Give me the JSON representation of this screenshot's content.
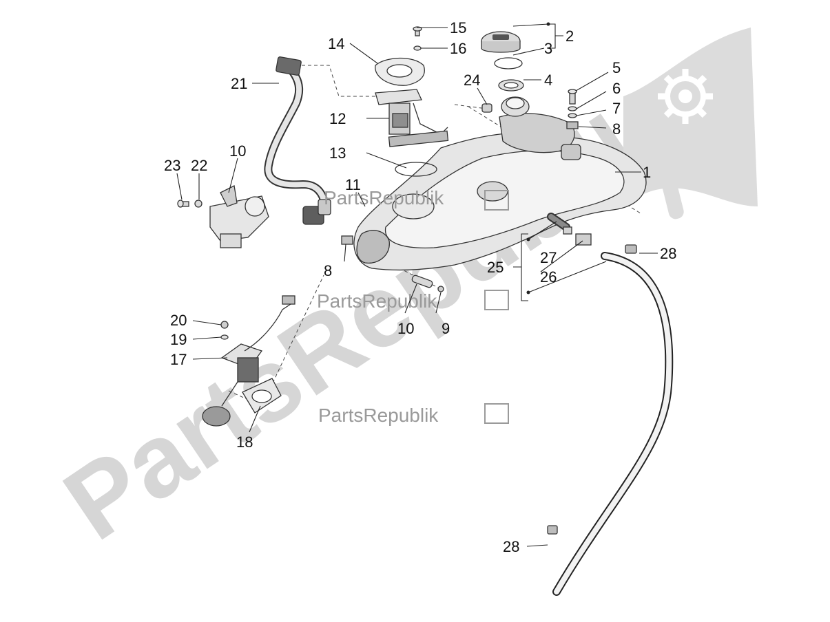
{
  "watermark": {
    "big_text": "PartsRepublik",
    "small_text": "PartsRepublik",
    "icon": "gear-flag-icon"
  },
  "callouts": {
    "c1": "1",
    "c2": "2",
    "c3": "3",
    "c4": "4",
    "c5": "5",
    "c6": "6",
    "c7": "7",
    "c8a": "8",
    "c8b": "8",
    "c9": "9",
    "c10a": "10",
    "c10b": "10",
    "c11": "11",
    "c12": "12",
    "c13": "13",
    "c14": "14",
    "c15": "15",
    "c16": "16",
    "c17": "17",
    "c18": "18",
    "c19": "19",
    "c20": "20",
    "c21": "21",
    "c22": "22",
    "c23": "23",
    "c24": "24",
    "c25": "25",
    "c26": "26",
    "c27": "27",
    "c28a": "28",
    "c28b": "28"
  },
  "colors": {
    "line": "#222222",
    "part_fill": "#eeeeee",
    "part_shade": "#bdbdbd",
    "watermark_big": "#d6d6d6",
    "watermark_small": "#9a9a9a"
  }
}
